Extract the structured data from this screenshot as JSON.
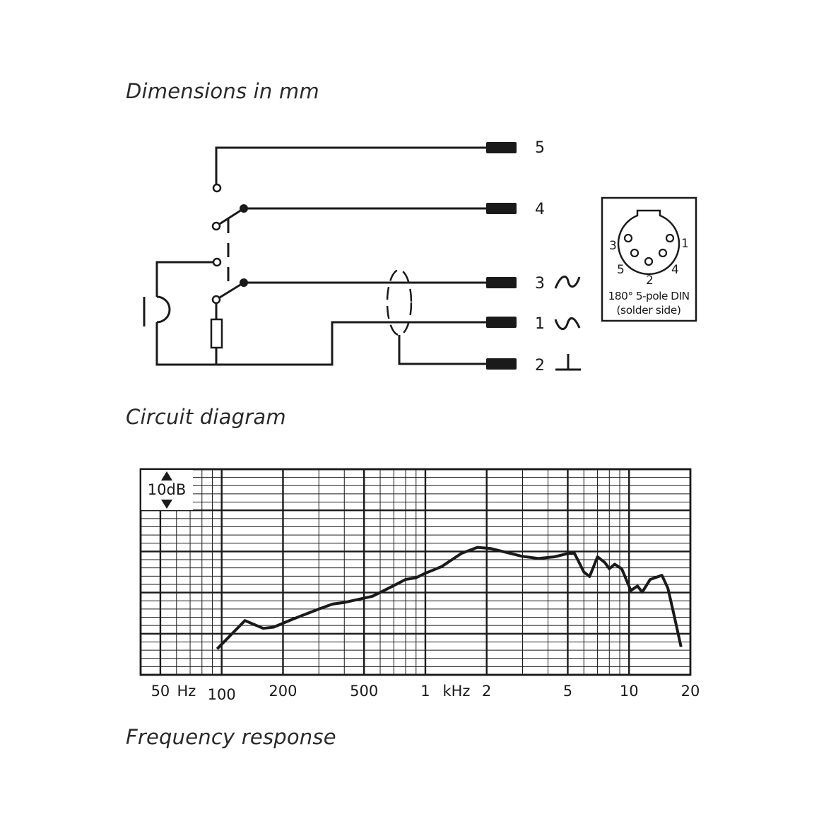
{
  "captions": {
    "dimensions": "Dimensions in mm",
    "circuit": "Circuit diagram",
    "frequency": "Frequency response"
  },
  "circuit": {
    "pins": [
      {
        "label": "5"
      },
      {
        "label": "4"
      },
      {
        "label": "3",
        "symbol": "∼"
      },
      {
        "label": "1",
        "symbol": "∽"
      },
      {
        "label": "2",
        "symbol": "⊥"
      }
    ],
    "din": {
      "numbers": [
        "3",
        "1",
        "5",
        "2",
        "4"
      ],
      "line1": "180° 5-pole DIN",
      "line2": "(solder side)"
    }
  },
  "chart_data": {
    "type": "line",
    "scale_label": "10dB",
    "x_scale": "log",
    "xlim": [
      40,
      20000
    ],
    "x_ticks": [
      {
        "value": 50,
        "label": "50"
      },
      {
        "value": 100,
        "label": "100"
      },
      {
        "value": 200,
        "label": "200"
      },
      {
        "value": 500,
        "label": "500"
      },
      {
        "value": 1000,
        "label": "1"
      },
      {
        "value": 2000,
        "label": "2"
      },
      {
        "value": 5000,
        "label": "5"
      },
      {
        "value": 10000,
        "label": "10"
      },
      {
        "value": 20000,
        "label": "20"
      }
    ],
    "unit_labels": [
      {
        "after": 50,
        "label": "Hz"
      },
      {
        "after": 1000,
        "label": "kHz"
      }
    ],
    "ylim": [
      -40,
      10
    ],
    "grid": true,
    "series": [
      {
        "points": [
          [
            95,
            -33.7
          ],
          [
            130,
            -26.8
          ],
          [
            160,
            -28.7
          ],
          [
            180,
            -28.4
          ],
          [
            220,
            -26.6
          ],
          [
            300,
            -24.0
          ],
          [
            350,
            -22.8
          ],
          [
            400,
            -22.4
          ],
          [
            550,
            -20.9
          ],
          [
            700,
            -18.3
          ],
          [
            800,
            -16.8
          ],
          [
            900,
            -16.4
          ],
          [
            1000,
            -15.3
          ],
          [
            1200,
            -13.7
          ],
          [
            1500,
            -10.5
          ],
          [
            1800,
            -9.0
          ],
          [
            2100,
            -9.3
          ],
          [
            3000,
            -11.2
          ],
          [
            3600,
            -11.7
          ],
          [
            4300,
            -11.3
          ],
          [
            5000,
            -10.5
          ],
          [
            5400,
            -10.5
          ],
          [
            6000,
            -15.0
          ],
          [
            6400,
            -16.1
          ],
          [
            7000,
            -11.3
          ],
          [
            7600,
            -12.7
          ],
          [
            8000,
            -14.2
          ],
          [
            8500,
            -13.1
          ],
          [
            9200,
            -14.2
          ],
          [
            10200,
            -19.5
          ],
          [
            11000,
            -18.4
          ],
          [
            11600,
            -19.9
          ],
          [
            12700,
            -16.8
          ],
          [
            14500,
            -15.8
          ],
          [
            15500,
            -18.9
          ],
          [
            16500,
            -24.7
          ],
          [
            18000,
            -33.2
          ]
        ]
      }
    ]
  }
}
